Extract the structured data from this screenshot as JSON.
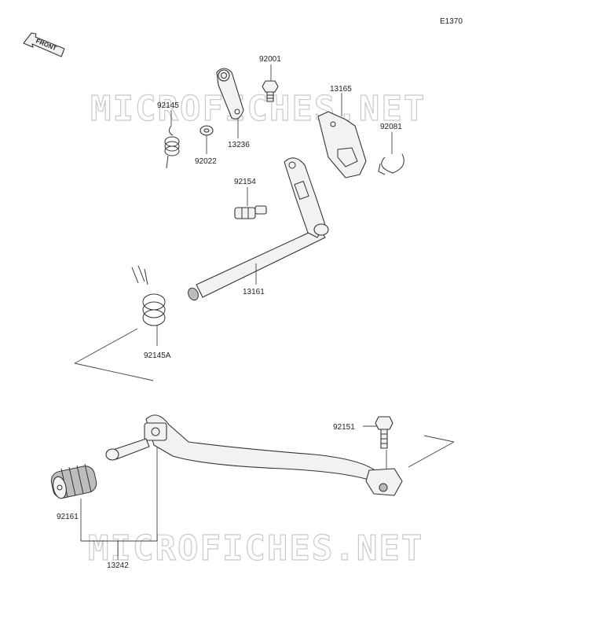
{
  "diagram": {
    "code": "E1370",
    "front_label": "FRONT",
    "watermark": "MICROFICHES.NET",
    "parts": [
      {
        "id": "92001"
      },
      {
        "id": "13165"
      },
      {
        "id": "92145"
      },
      {
        "id": "13236"
      },
      {
        "id": "92022"
      },
      {
        "id": "92081"
      },
      {
        "id": "92154"
      },
      {
        "id": "13161"
      },
      {
        "id": "92145A"
      },
      {
        "id": "92151"
      },
      {
        "id": "92161"
      },
      {
        "id": "13242"
      }
    ]
  }
}
